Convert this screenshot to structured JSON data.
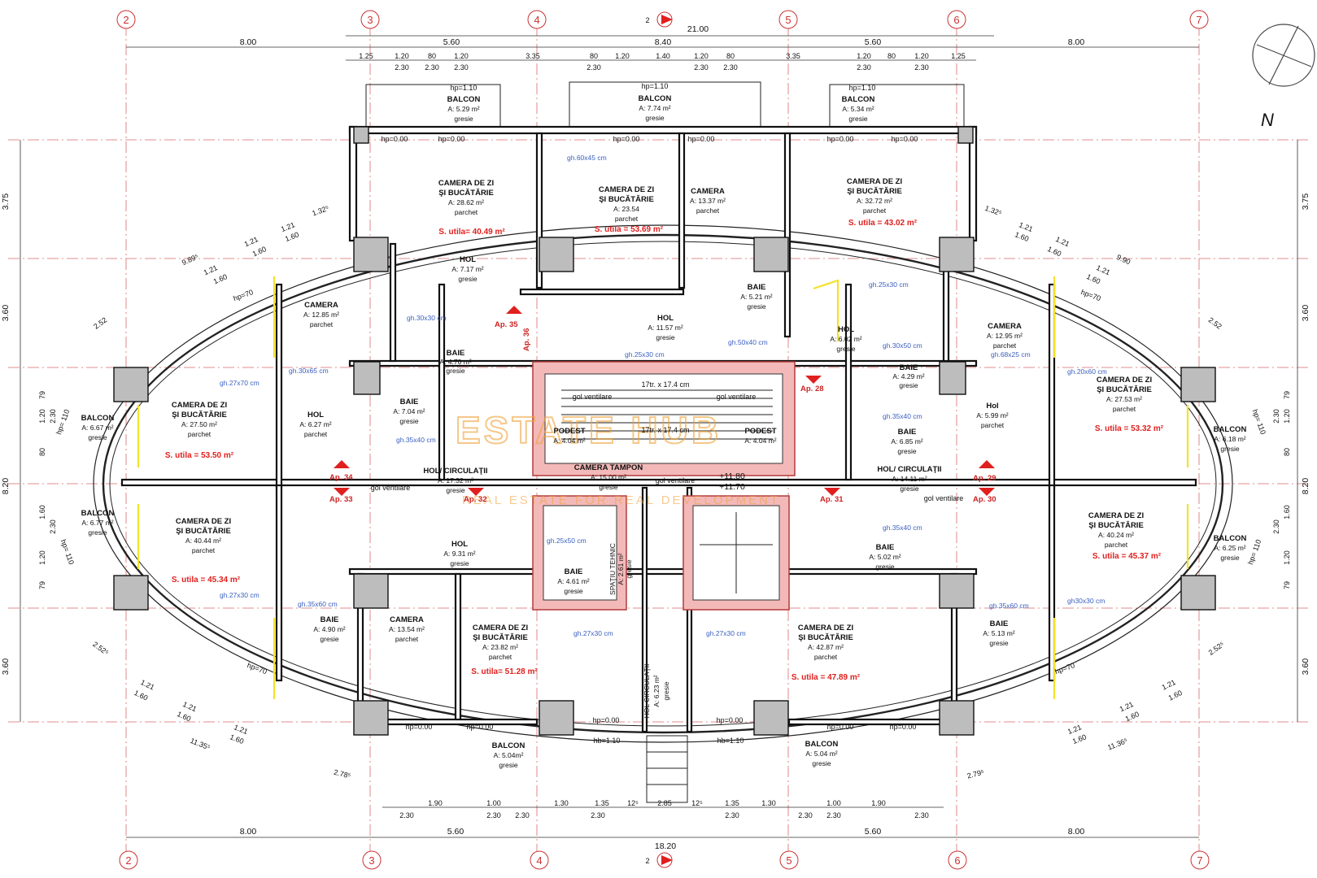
{
  "grid_axes": {
    "labels": [
      "2",
      "3",
      "4",
      "5",
      "6",
      "7"
    ],
    "section_mark": "2"
  },
  "dimensions": {
    "top_total": "21.00",
    "top_row1": [
      "8.00",
      "5.60",
      "8.40",
      "5.60",
      "8.00"
    ],
    "top_row2": [
      "1.25",
      "1.20",
      "80",
      "1.20",
      "3.35",
      "80",
      "1.20",
      "1.40",
      "1.20",
      "80",
      "3.35",
      "1.20",
      "80",
      "1.20",
      "1.25"
    ],
    "top_row3": [
      "2.30",
      "2.30",
      "2.30",
      "2.30",
      "2.30",
      "2.30",
      "2.30",
      "2.30"
    ],
    "bottom_total": "18.20",
    "bottom_row1": [
      "8.00",
      "5.60",
      "5.60",
      "8.00"
    ],
    "bottom_row2": [
      "1.90",
      "1.00",
      "1.30",
      "1.35",
      "12⁵",
      "2.85",
      "12⁵",
      "1.35",
      "1.30",
      "1.00",
      "1.90"
    ],
    "bottom_row3": [
      "2.30",
      "2.30",
      "2.30",
      "2.30",
      "2.30",
      "2.30",
      "2.30",
      "2.30"
    ],
    "left_side": [
      "3.75",
      "3.60",
      "8.20",
      "3.60"
    ],
    "right_side": [
      "3.75",
      "3.60",
      "8.20",
      "3.60"
    ],
    "left_inner": [
      "79",
      "1.20",
      "2.30",
      "80",
      "1.60",
      "2.30",
      "1.20",
      "79"
    ],
    "right_inner": [
      "79",
      "1.20",
      "2.30",
      "80",
      "1.60",
      "2.30",
      "1.20",
      "79"
    ],
    "arc_top_left": [
      "9.89⁵",
      "1.21",
      "1.60",
      "1.21",
      "1.60",
      "1.21",
      "1.60",
      "1.32⁵",
      "2.52"
    ],
    "arc_top_right": [
      "9.90",
      "1.21",
      "1.60",
      "1.21",
      "1.60",
      "1.21",
      "1.60",
      "1.32⁵",
      "2.52"
    ],
    "arc_bottom_left": [
      "2.52⁵",
      "1.21",
      "1.60",
      "1.21",
      "1.60",
      "1.21",
      "1.60",
      "11.35⁵",
      "2.78⁵"
    ],
    "arc_bottom_right": [
      "2.52⁵",
      "1.21",
      "1.60",
      "1.21",
      "1.60",
      "1.21",
      "1.60",
      "11.36⁵",
      "2.79⁵"
    ]
  },
  "rooms": [
    {
      "id": "balcon-top-left",
      "name": "BALCON",
      "area": "A: 5.29 m²",
      "finish": "gresie"
    },
    {
      "id": "balcon-top-mid",
      "name": "BALCON",
      "area": "A: 7.74 m²",
      "finish": "gresie"
    },
    {
      "id": "balcon-top-right",
      "name": "BALCON",
      "area": "A: 5.34 m²",
      "finish": "gresie"
    },
    {
      "id": "czb-top-left",
      "name": "CAMERA DE ZI",
      "name2": "ŞI BUCĂTĂRIE",
      "area": "A: 28.62 m²",
      "finish": "parchet"
    },
    {
      "id": "czb-top-mid",
      "name": "CAMERA DE ZI",
      "name2": "ŞI BUCĂTĂRIE",
      "area": "A: 23.54",
      "finish": "parchet"
    },
    {
      "id": "camera-top-mid",
      "name": "CAMERA",
      "area": "A: 13.37 m²",
      "finish": "parchet"
    },
    {
      "id": "czb-top-right",
      "name": "CAMERA DE ZI",
      "name2": "ŞI BUCĂTĂRIE",
      "area": "A: 32.72 m²",
      "finish": "parchet"
    },
    {
      "id": "hol-top-left",
      "name": "HOL",
      "area": "A: 7.17 m²",
      "finish": "gresie"
    },
    {
      "id": "baie-top-mid",
      "name": "BAIE",
      "area": "A: 5.21 m²",
      "finish": "gresie"
    },
    {
      "id": "hol-top-mid",
      "name": "HOL",
      "area": "A: 11.57 m²",
      "finish": "gresie"
    },
    {
      "id": "camera-left-upper",
      "name": "CAMERA",
      "area": "A: 12.85 m²",
      "finish": "parchet"
    },
    {
      "id": "baie-left-upper",
      "name": "BAIE",
      "area": "A: 4.70 m²",
      "finish": "gresie"
    },
    {
      "id": "hol-right-upper",
      "name": "HOL",
      "area": "A: 6.02 m²",
      "finish": "gresie"
    },
    {
      "id": "camera-right-upper",
      "name": "CAMERA",
      "area": "A: 12.95 m²",
      "finish": "parchet"
    },
    {
      "id": "baie-right-upper",
      "name": "BAIE",
      "area": "A: 4.29 m²",
      "finish": "gresie"
    },
    {
      "id": "balcon-left-1",
      "name": "BALCON",
      "area": "A: 6.67 m²",
      "finish": "gresie"
    },
    {
      "id": "czb-left-1",
      "name": "CAMERA DE ZI",
      "name2": "ŞI BUCĂTĂRIE",
      "area": "A: 27.50 m²",
      "finish": "parchet"
    },
    {
      "id": "hol-left-1",
      "name": "HOL",
      "area": "A: 6.27 m²",
      "finish": "parchet"
    },
    {
      "id": "baie-left-1",
      "name": "BAIE",
      "area": "A: 7.04 m²",
      "finish": "gresie"
    },
    {
      "id": "podest-left",
      "name": "PODEST",
      "area": "A: 4.04 m²",
      "finish": ""
    },
    {
      "id": "podest-right",
      "name": "PODEST",
      "area": "A: 4.04 m²",
      "finish": ""
    },
    {
      "id": "camera-tampon",
      "name": "CAMERA TAMPON",
      "area": "A: 15.00 m²",
      "finish": "gresie"
    },
    {
      "id": "baie-right-1",
      "name": "BAIE",
      "area": "A: 6.85 m²",
      "finish": "gresie"
    },
    {
      "id": "hol-right-1",
      "name": "Hol",
      "area": "A: 5.99 m²",
      "finish": "parchet"
    },
    {
      "id": "czb-right-1",
      "name": "CAMERA DE ZI",
      "name2": "ŞI BUCĂTĂRIE",
      "area": "A: 27.53 m²",
      "finish": "parchet"
    },
    {
      "id": "balcon-right-1",
      "name": "BALCON",
      "area": "A: 6.18 m²",
      "finish": "gresie"
    },
    {
      "id": "hol-circ-left",
      "name": "HOL/ CIRCULAŢII",
      "area": "A: 17.32 m²",
      "finish": "gresie"
    },
    {
      "id": "hol-circ-right",
      "name": "HOL/ CIRCULAŢII",
      "area": "A: 14.11 m²",
      "finish": "gresie"
    },
    {
      "id": "balcon-left-2",
      "name": "BALCON",
      "area": "A: 6.77 m²",
      "finish": "gresie"
    },
    {
      "id": "czb-left-2",
      "name": "CAMERA DE ZI",
      "name2": "ŞI BUCĂTĂRIE",
      "area": "A: 40.44 m²",
      "finish": "parchet"
    },
    {
      "id": "hol-left-2",
      "name": "HOL",
      "area": "A: 9.31 m²",
      "finish": "gresie"
    },
    {
      "id": "baie-core",
      "name": "BAIE",
      "area": "A: 4.61 m²",
      "finish": "gresie"
    },
    {
      "id": "spatiu-tehnic",
      "name": "SPAŢIU TEHNIC",
      "area": "A: 2.61 m²",
      "finish": "gresie"
    },
    {
      "id": "baie-right-2",
      "name": "BAIE",
      "area": "A: 5.02 m²",
      "finish": "gresie"
    },
    {
      "id": "czb-right-2",
      "name": "CAMERA DE ZI",
      "name2": "ŞI BUCĂTĂRIE",
      "area": "A: 40.24 m²",
      "finish": "parchet"
    },
    {
      "id": "balcon-right-2",
      "name": "BALCON",
      "area": "A: 6.25 m²",
      "finish": "gresie"
    },
    {
      "id": "baie-left-2",
      "name": "BAIE",
      "area": "A: 4.90 m²",
      "finish": "gresie"
    },
    {
      "id": "camera-bottom-left",
      "name": "CAMERA",
      "area": "A: 13.54 m²",
      "finish": "parchet"
    },
    {
      "id": "czb-bottom-mid",
      "name": "CAMERA DE ZI",
      "name2": "ŞI BUCĂTĂRIE",
      "area": "A: 23.82 m²",
      "finish": "parchet"
    },
    {
      "id": "hol-circ-bottom",
      "name": "HOL CIRCULAŢII",
      "area": "A: 6.23 m²",
      "finish": "gresie"
    },
    {
      "id": "czb-bottom-right",
      "name": "CAMERA DE ZI",
      "name2": "ŞI BUCĂTĂRIE",
      "area": "A: 42.87 m²",
      "finish": "parchet"
    },
    {
      "id": "baie-right-3",
      "name": "BAIE",
      "area": "A: 5.13 m²",
      "finish": "gresie"
    },
    {
      "id": "balcon-bottom-left",
      "name": "BALCON",
      "area": "A: 5.04m²",
      "finish": "gresie"
    },
    {
      "id": "balcon-bottom-right",
      "name": "BALCON",
      "area": "A: 5.04 m²",
      "finish": "gresie"
    }
  ],
  "useful_areas": [
    "S. utila= 40.49 m²",
    "S. utila = 53.69 m²",
    "S. utila = 43.02 m²",
    "S. utila = 53.50 m²",
    "S. utila = 53.32 m²",
    "S. utila = 45.34 m²",
    "S. utila = 45.37 m²",
    "S. utila= 51.28 m²",
    "S. utila = 47.89 m²"
  ],
  "apartment_labels": [
    "Ap. 35",
    "Ap. 36",
    "Ap. 28",
    "Ap. 34",
    "Ap. 33",
    "Ap. 32",
    "Ap. 31",
    "Ap. 29",
    "Ap. 30"
  ],
  "fixtures": {
    "gh_labels": [
      "gh.60x45 cm",
      "gh.30x30 cm",
      "gh.30x65 cm",
      "gh.27x70 cm",
      "gh.35x40 cm",
      "gh.25x30 cm",
      "gh.50x40 cm",
      "gh.25x30 cm",
      "gh.30x50 cm",
      "gh.68x25 cm",
      "gh.20x60 cm",
      "gh.35x40 cm",
      "gh.25x50 cm",
      "gh.27x30 cm",
      "gh.27x30 cm",
      "gh.35x60 cm",
      "gh.27x30 cm",
      "gh.35x60 cm",
      "gh30x30 cm",
      "gh.35x40 cm"
    ],
    "stair_labels": [
      "17tr. x 17.4 cm",
      "17tr. x 17.4 cm",
      "gol ventilare",
      "gol ventilare",
      "gol ventilare",
      "gol ventilare",
      "gol ventilare"
    ],
    "levels": [
      "+11.80",
      "+11.70"
    ],
    "hp_labels": [
      "hp=1.10",
      "hp=0.00",
      "hp=70",
      "hb=1.10",
      "hp= 110"
    ]
  },
  "watermark": {
    "main": "ESTATE HUB",
    "sub": "REAL ESTATE FOR REAL DEVELOPMENT"
  },
  "north_label": "N",
  "colors": {
    "walls": "#111111",
    "grid": "#d86a6a",
    "core_fill": "#f3b9b9",
    "useful_area": "#e0201f",
    "gh_label": "#3a5fbf",
    "window": "#f2e22b",
    "watermark": "#f0a23a"
  }
}
